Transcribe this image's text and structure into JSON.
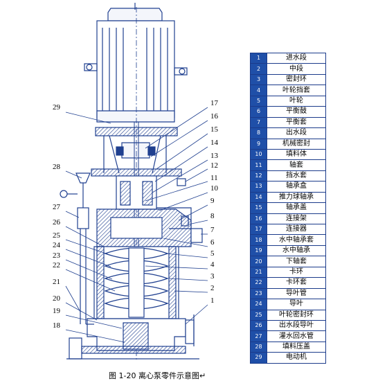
{
  "caption": "图 1-20 离心泵零件示意图↵",
  "parts": [
    {
      "num": "1",
      "name": "进水段"
    },
    {
      "num": "2",
      "name": "中段"
    },
    {
      "num": "3",
      "name": "密封环"
    },
    {
      "num": "4",
      "name": "叶轮挡套"
    },
    {
      "num": "5",
      "name": "叶轮"
    },
    {
      "num": "6",
      "name": "平衡鼓"
    },
    {
      "num": "7",
      "name": "平衡套"
    },
    {
      "num": "8",
      "name": "出水段"
    },
    {
      "num": "9",
      "name": "机械密封"
    },
    {
      "num": "10",
      "name": "填料体"
    },
    {
      "num": "11",
      "name": "轴套"
    },
    {
      "num": "12",
      "name": "挡水套"
    },
    {
      "num": "13",
      "name": "轴承盒"
    },
    {
      "num": "14",
      "name": "推力球轴承"
    },
    {
      "num": "15",
      "name": "轴承盖"
    },
    {
      "num": "16",
      "name": "连接架"
    },
    {
      "num": "17",
      "name": "连接器"
    },
    {
      "num": "18",
      "name": "水中轴承套"
    },
    {
      "num": "19",
      "name": "水中轴承"
    },
    {
      "num": "20",
      "name": "下轴套"
    },
    {
      "num": "21",
      "name": "卡环"
    },
    {
      "num": "22",
      "name": "卡环套"
    },
    {
      "num": "23",
      "name": "导叶管"
    },
    {
      "num": "24",
      "name": "导叶"
    },
    {
      "num": "25",
      "name": "叶轮密封环"
    },
    {
      "num": "26",
      "name": "出水段导叶"
    },
    {
      "num": "27",
      "name": "灌水回水管"
    },
    {
      "num": "28",
      "name": "填料压盖"
    },
    {
      "num": "29",
      "name": "电动机"
    }
  ],
  "callouts_left": [
    "29",
    "28",
    "27",
    "26",
    "25",
    "24",
    "23",
    "22",
    "21",
    "20",
    "19",
    "18"
  ],
  "callouts_right": [
    "17",
    "16",
    "15",
    "14",
    "13",
    "12",
    "11",
    "10",
    "9",
    "8",
    "7",
    "6",
    "5",
    "4",
    "3",
    "2",
    "1"
  ]
}
